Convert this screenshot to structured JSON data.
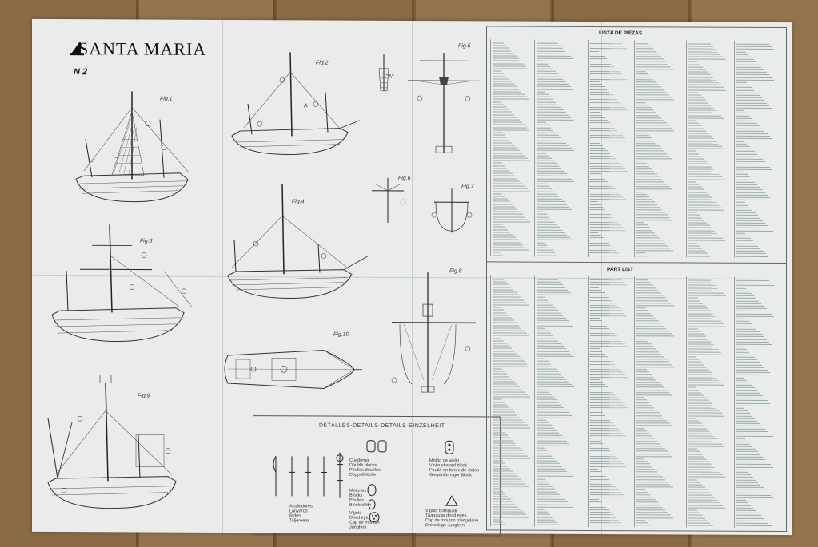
{
  "plan": {
    "title": "SANTA MARIA",
    "sheet_number": "N 2",
    "logo_icon": "artesania-latina-logo"
  },
  "figures": {
    "fig1": "Fig.1",
    "fig2": "Fig.2",
    "fig3": "Fig.3",
    "fig4": "Fig.4",
    "fig5": "Fig.5",
    "fig6": "Fig.6",
    "fig7": "Fig.7",
    "fig8": "Fig.8",
    "fig9": "Fig.9",
    "fig10": "Fig.10",
    "detail_a": "\"A\"",
    "section_a": "A"
  },
  "details": {
    "title": "DETALLES-DETAILS-DETAILS-EINZELHEIT",
    "cuadernal": [
      "Cuadernal",
      "Double blocks",
      "Poulies doubles",
      "Doppelblöcke"
    ],
    "motones": [
      "Motones",
      "Blocks",
      "Poulies",
      "Blockrollen"
    ],
    "motones_violin": [
      "Motón de violín",
      "Violin shaped block",
      "Poulie en forme de violon",
      "Geigenförmiger Block"
    ],
    "acolladores": [
      "Acolladores",
      "Lanyards",
      "Rides",
      "Taljereeps"
    ],
    "vigota": [
      "Vigota",
      "Dead eyes",
      "Cap de mouton",
      "Jungfern"
    ],
    "vigota_triangular": [
      "Vigota triangular",
      "Triangular dead eyes",
      "Cap de mouton triangulaire",
      "Dreieckige Jungfern"
    ]
  },
  "tables": {
    "lista_title": "LISTA DE PIEZAS",
    "part_title": "PART LIST"
  },
  "colors": {
    "paper": "#e9eceb",
    "ink": "#222222",
    "floor": "#8b6b46"
  }
}
